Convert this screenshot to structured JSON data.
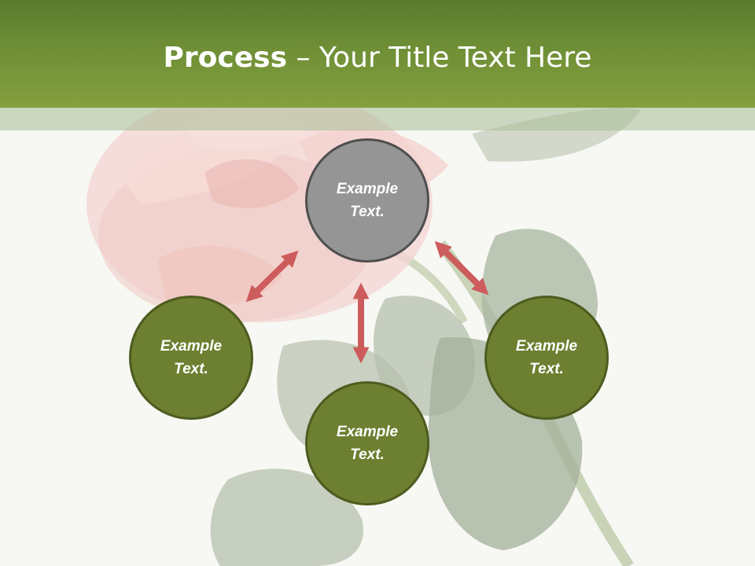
{
  "title": {
    "bold": "Process",
    "rest": " – Your Title Text Here"
  },
  "nodes": {
    "top": {
      "line1": "Example",
      "line2": "Text."
    },
    "left": {
      "line1": "Example",
      "line2": "Text."
    },
    "bottom": {
      "line1": "Example",
      "line2": "Text."
    },
    "right": {
      "line1": "Example",
      "line2": "Text."
    }
  },
  "colors": {
    "header": "#6f8f36",
    "node_fill": "#6d7f30",
    "node_border": "#4d5c1f",
    "center_fill": "#959595",
    "arrow": "#cd5c5c"
  }
}
